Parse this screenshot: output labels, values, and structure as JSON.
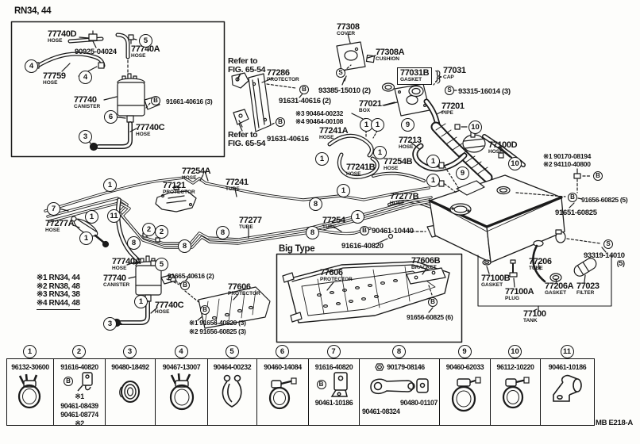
{
  "page": {
    "model_header": "RN34, 44",
    "big_type": "Big Type",
    "sheet_code": "MB E218-A",
    "refer_line1": "Refer to",
    "refer_line2": "FIG. 65-54",
    "brace": "}"
  },
  "callouts": {
    "n1": "1",
    "n2": "2",
    "n3": "3",
    "n4": "4",
    "n5": "5",
    "n6": "6",
    "n7": "7",
    "n8": "8",
    "n9": "9",
    "n10": "10",
    "n11": "11",
    "B": "B",
    "S": "S"
  },
  "labels": {
    "inset_77740d": {
      "num": "77740D",
      "sub": "HOSE"
    },
    "inset_90925": {
      "num": "90925-04024"
    },
    "inset_77740a": {
      "num": "77740A",
      "sub": "HOSE"
    },
    "inset_77759": {
      "num": "77759",
      "sub": "HOSE"
    },
    "inset_77740": {
      "num": "77740",
      "sub": "CANISTER"
    },
    "inset_91661": {
      "num": "91661-40616 (3)"
    },
    "inset_77740c": {
      "num": "77740C",
      "sub": "HOSE"
    },
    "p77286": {
      "num": "77286",
      "sub": "PROTECTOR"
    },
    "p91631_2": {
      "num": "91631-40616 (2)"
    },
    "p90464_232": {
      "num": "※3 90464-00232"
    },
    "p90464_108": {
      "num": "※4 90464-00108"
    },
    "p91631": {
      "num": "91631-40616"
    },
    "p77308": {
      "num": "77308",
      "sub": "COVER"
    },
    "p77308a": {
      "num": "77308A",
      "sub": "CUSHION"
    },
    "p93385": {
      "num": "93385-15010 (2)"
    },
    "p77031b": {
      "num": "77031B",
      "sub": "GASKET"
    },
    "p77031": {
      "num": "77031",
      "sub": "CAP"
    },
    "p93315": {
      "num": "93315-16014 (3)"
    },
    "p77021": {
      "num": "77021",
      "sub": "BOX"
    },
    "p77201": {
      "num": "77201",
      "sub": "PIPE"
    },
    "p77213": {
      "num": "77213",
      "sub": "HOSE"
    },
    "p77241a": {
      "num": "77241A",
      "sub": "HOSE"
    },
    "p77100d": {
      "num": "77100D",
      "sub": "HOSE"
    },
    "p90170": {
      "num": "※1 90170-08194"
    },
    "p94110": {
      "num": "※2 94110-40800"
    },
    "p77254a": {
      "num": "77254A",
      "sub": "HOSE"
    },
    "p77121": {
      "num": "77121",
      "sub": "PROTECTOR"
    },
    "p77241": {
      "num": "77241",
      "sub": "TUBE"
    },
    "p77277a": {
      "num": "77277A",
      "sub": "HOSE"
    },
    "p77277": {
      "num": "77277",
      "sub": "TUBE"
    },
    "p77254": {
      "num": "77254",
      "sub": "TUBE"
    },
    "p77241b": {
      "num": "77241B",
      "sub": "HOSE"
    },
    "p77254b": {
      "num": "77254B",
      "sub": "HOSE"
    },
    "p77277b": {
      "num": "77277B",
      "sub": "HOSE"
    },
    "p90461_10440": {
      "num": "90461-10440"
    },
    "p91616_40820": {
      "num": "91616-40820"
    },
    "p77740a_main": {
      "num": "77740A",
      "sub": "HOSE"
    },
    "p77740_main": {
      "num": "77740",
      "sub": "CANISTER"
    },
    "p77740c_main": {
      "num": "77740C",
      "sub": "HOSE"
    },
    "p91665": {
      "num": "91665-40616 (2)"
    },
    "p77606s": {
      "num": "77606",
      "sub": "PROTECTOR"
    },
    "p91656_40820_3": {
      "num": "※1 91656-40820 (3)"
    },
    "p91656_60825_3": {
      "num": "※2 91656-60825 (3)"
    },
    "p77606big": {
      "num": "77606",
      "sub": "PROTECTOR"
    },
    "p77606b": {
      "num": "77606B",
      "sub": "BRACKET"
    },
    "p91656_6": {
      "num": "91656-60825 (6)"
    },
    "p91656_5": {
      "num": "91656-60825 (5)"
    },
    "p91651": {
      "num": "91651-60825"
    },
    "p93319": {
      "num": "93319-14010",
      "qty": "(5)"
    },
    "p77206": {
      "num": "77206",
      "sub": "TUBE"
    },
    "p77100b": {
      "num": "77100B",
      "sub": "GASKET"
    },
    "p77100a": {
      "num": "77100A",
      "sub": "PLUG"
    },
    "p77206a": {
      "num": "77206A",
      "sub": "GASKET"
    },
    "p77023": {
      "num": "77023",
      "sub": "FILTER"
    },
    "p77100": {
      "num": "77100",
      "sub": "TANK"
    }
  },
  "model_notes": [
    "※1 RN34, 44",
    "※2 RN38, 48",
    "※3 RN34, 38",
    "※4 RN44, 48"
  ],
  "legend": {
    "items": [
      {
        "no": "1",
        "parts": [
          "96132-30600"
        ]
      },
      {
        "no": "2",
        "parts": [
          "91616-40820",
          "※1",
          "90461-08439",
          "90461-08774",
          "※2"
        ]
      },
      {
        "no": "3",
        "parts": [
          "90480-18492"
        ]
      },
      {
        "no": "4",
        "parts": [
          "90467-13007"
        ]
      },
      {
        "no": "5",
        "parts": [
          "90464-00232"
        ]
      },
      {
        "no": "6",
        "parts": [
          "90460-14084"
        ]
      },
      {
        "no": "7",
        "parts": [
          "91616-40820",
          "90461-10186"
        ]
      },
      {
        "no": "8",
        "parts": [
          "90179-08146",
          "90480-01107",
          "90461-08324"
        ]
      },
      {
        "no": "9",
        "parts": [
          "90460-62033"
        ]
      },
      {
        "no": "10",
        "parts": [
          "96112-10220"
        ]
      },
      {
        "no": "11",
        "parts": [
          "90461-10186"
        ]
      }
    ]
  }
}
